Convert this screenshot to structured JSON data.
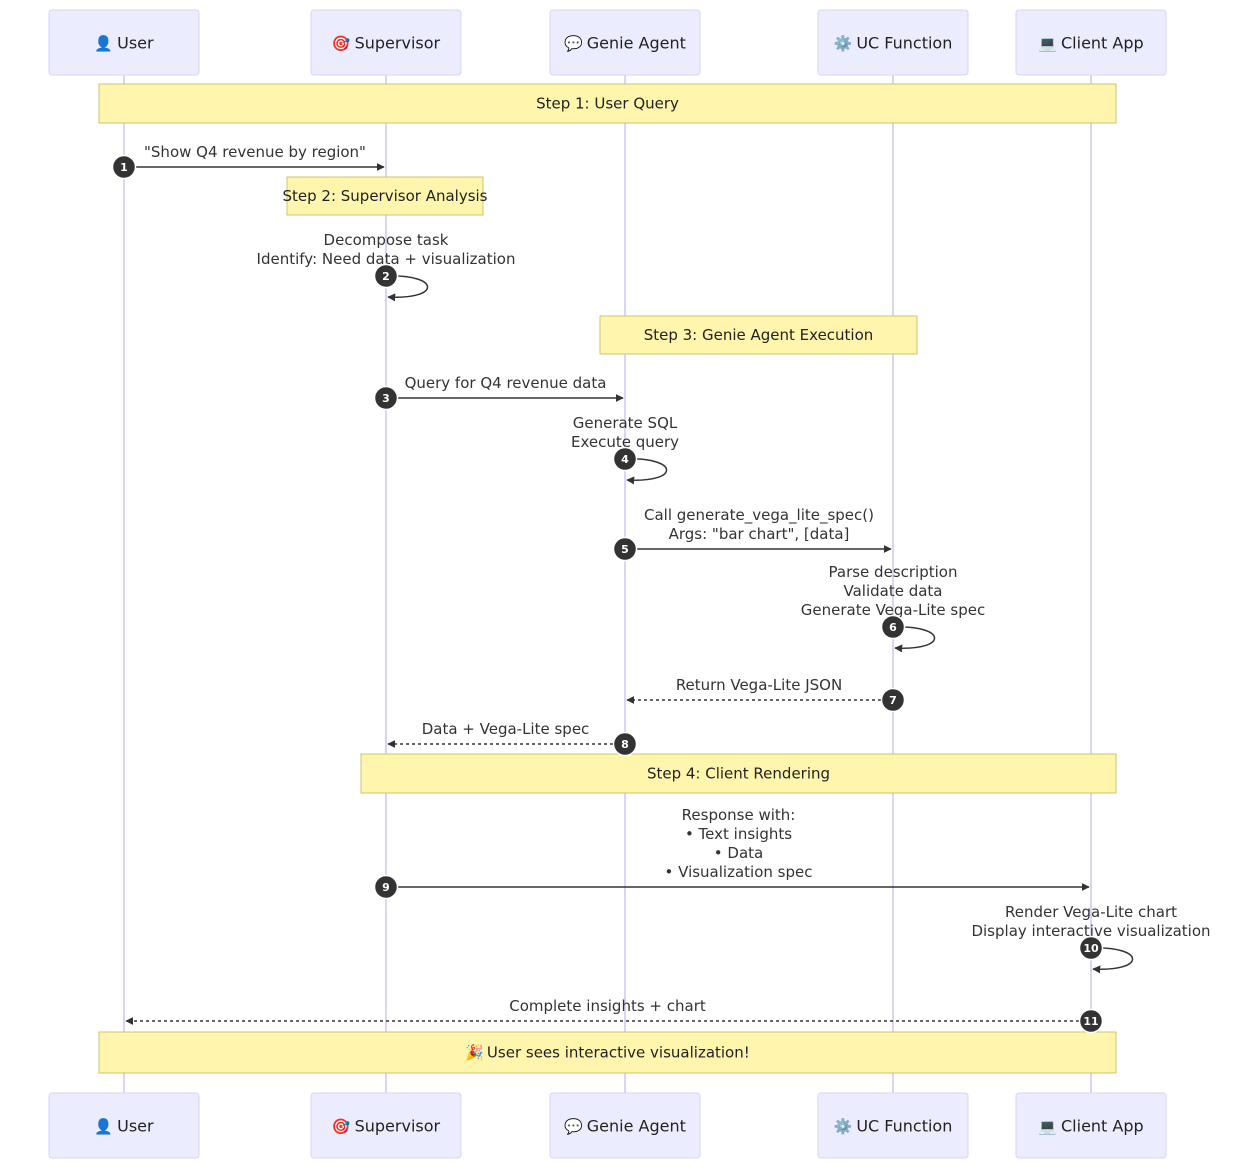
{
  "diagram": {
    "participants": [
      {
        "id": "user",
        "label": "User",
        "icon": "person-icon"
      },
      {
        "id": "supervisor",
        "label": "Supervisor",
        "icon": "target-icon"
      },
      {
        "id": "genie",
        "label": "Genie Agent",
        "icon": "speech-bubble-icon"
      },
      {
        "id": "uc",
        "label": "UC Function",
        "icon": "gear-icon"
      },
      {
        "id": "client",
        "label": "Client App",
        "icon": "laptop-icon"
      }
    ],
    "notes": [
      {
        "id": "step1",
        "text": "Step 1: User Query"
      },
      {
        "id": "step2",
        "text": "Step 2: Supervisor Analysis"
      },
      {
        "id": "step3",
        "text": "Step 3: Genie Agent Execution"
      },
      {
        "id": "step4",
        "text": "Step 4: Client Rendering"
      },
      {
        "id": "final",
        "text": "User sees interactive visualization!",
        "icon": "party-popper-icon"
      }
    ],
    "messages": [
      {
        "num": "1",
        "from": "user",
        "to": "supervisor",
        "style": "solid",
        "lines": [
          "\"Show Q4 revenue by region\""
        ]
      },
      {
        "num": "2",
        "from": "supervisor",
        "to": "supervisor",
        "style": "self",
        "lines": [
          "Decompose task",
          "Identify: Need data + visualization"
        ]
      },
      {
        "num": "3",
        "from": "supervisor",
        "to": "genie",
        "style": "solid",
        "lines": [
          "Query for Q4 revenue data"
        ]
      },
      {
        "num": "4",
        "from": "genie",
        "to": "genie",
        "style": "self",
        "lines": [
          "Generate SQL",
          "Execute query"
        ]
      },
      {
        "num": "5",
        "from": "genie",
        "to": "uc",
        "style": "solid",
        "lines": [
          "Call generate_vega_lite_spec()",
          "Args: \"bar chart\", [data]"
        ]
      },
      {
        "num": "6",
        "from": "uc",
        "to": "uc",
        "style": "self",
        "lines": [
          "Parse description",
          "Validate data",
          "Generate Vega-Lite spec"
        ]
      },
      {
        "num": "7",
        "from": "uc",
        "to": "genie",
        "style": "dashed",
        "lines": [
          "Return Vega-Lite JSON"
        ]
      },
      {
        "num": "8",
        "from": "genie",
        "to": "supervisor",
        "style": "dashed",
        "lines": [
          "Data + Vega-Lite spec"
        ]
      },
      {
        "num": "9",
        "from": "supervisor",
        "to": "client",
        "style": "solid",
        "lines": [
          "Response with:",
          "• Text insights",
          "• Data",
          "• Visualization spec"
        ]
      },
      {
        "num": "10",
        "from": "client",
        "to": "client",
        "style": "self",
        "lines": [
          "Render Vega-Lite chart",
          "Display interactive visualization"
        ]
      },
      {
        "num": "11",
        "from": "client",
        "to": "user",
        "style": "dashed",
        "lines": [
          "Complete insights + chart"
        ]
      }
    ]
  }
}
